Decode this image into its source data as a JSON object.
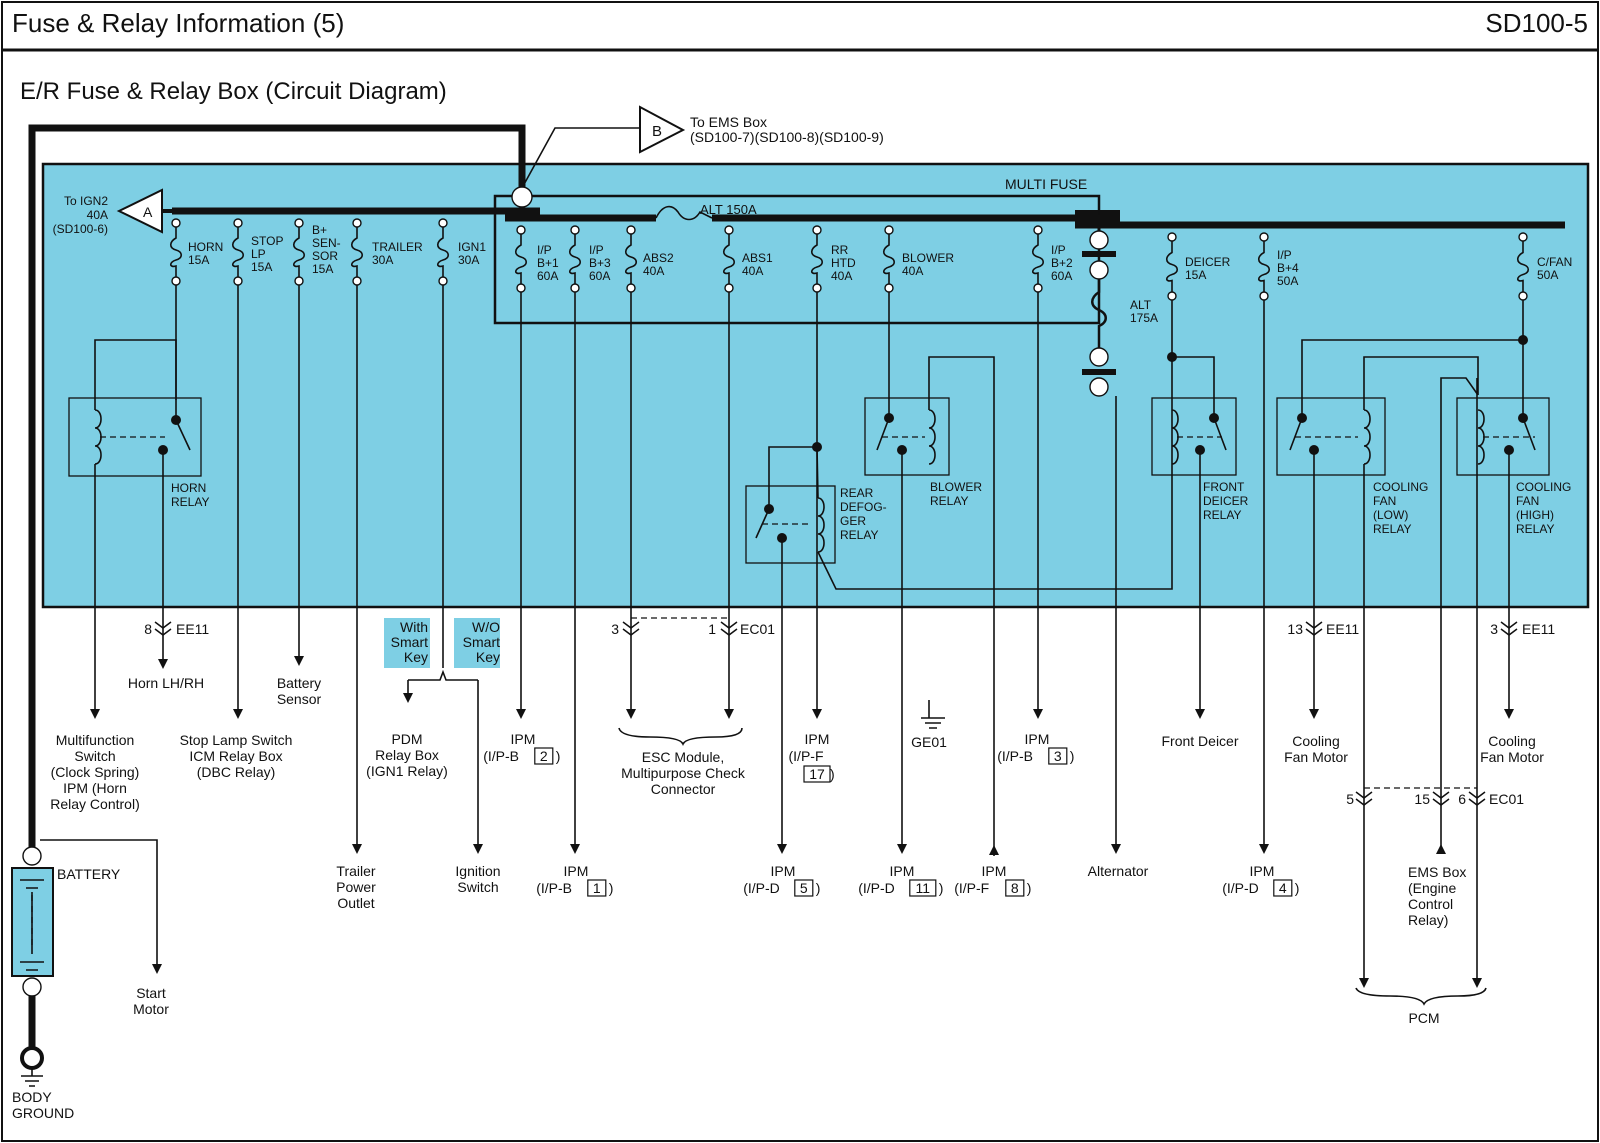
{
  "header": {
    "title": "Fuse & Relay Information (5)",
    "code": "SD100-5"
  },
  "section_title": "E/R Fuse & Relay Box (Circuit Diagram)",
  "colors": {
    "box_fill": "#7ecfe4",
    "wire": "#111111",
    "label_fill": "#7ecfe4"
  },
  "connectors": {
    "b": {
      "letter": "B",
      "line1": "To EMS Box",
      "line2": "(SD100-7)(SD100-8)(SD100-9)"
    },
    "a": {
      "letter": "A",
      "line1": "To IGN2",
      "line2": "40A",
      "line3": "(SD100-6)"
    }
  },
  "multi_fuse_label": "MULTI FUSE",
  "fuses": {
    "horn": [
      "HORN",
      "15A"
    ],
    "stop_lp": [
      "STOP",
      "LP",
      "15A"
    ],
    "b_sensor": [
      "B+",
      "SEN-",
      "SOR",
      "15A"
    ],
    "trailer": [
      "TRAILER",
      "30A"
    ],
    "ign1": [
      "IGN1",
      "30A"
    ],
    "ip_b1": [
      "I/P",
      "B+1",
      "60A"
    ],
    "ip_b3": [
      "I/P",
      "B+3",
      "60A"
    ],
    "abs2": [
      "ABS2",
      "40A"
    ],
    "alt150": "ALT 150A",
    "abs1": [
      "ABS1",
      "40A"
    ],
    "rr_htd": [
      "RR",
      "HTD",
      "40A"
    ],
    "blower": [
      "BLOWER",
      "40A"
    ],
    "ip_b2": [
      "I/P",
      "B+2",
      "60A"
    ],
    "alt175": [
      "ALT",
      "175A"
    ],
    "deicer": [
      "DEICER",
      "15A"
    ],
    "ip_b4": [
      "I/P",
      "B+4",
      "50A"
    ],
    "c_fan": [
      "C/FAN",
      "50A"
    ]
  },
  "relays": {
    "horn": [
      "HORN",
      "RELAY"
    ],
    "rear_defogger": [
      "REAR",
      "DEFOG-",
      "GER",
      "RELAY"
    ],
    "blower": [
      "BLOWER",
      "RELAY"
    ],
    "front_deicer": [
      "FRONT",
      "DEICER",
      "RELAY"
    ],
    "cooling_fan_low": [
      "COOLING",
      "FAN",
      "(LOW)",
      "RELAY"
    ],
    "cooling_fan_high": [
      "COOLING",
      "FAN",
      "(HIGH)",
      "RELAY"
    ]
  },
  "pins": {
    "ee11_8": {
      "pin": "8",
      "conn": "EE11"
    },
    "ec01_3": {
      "pin": "3"
    },
    "ec01_1": {
      "pin": "1",
      "conn": "EC01"
    },
    "ee11_13": {
      "pin": "13",
      "conn": "EE11"
    },
    "ee11_3": {
      "pin": "3",
      "conn": "EE11"
    },
    "ec01_5": {
      "pin": "5"
    },
    "ec01_15": {
      "pin": "15"
    },
    "ec01_6": {
      "pin": "6",
      "conn": "EC01"
    }
  },
  "smart_key": {
    "with": [
      "With",
      "Smart",
      "Key"
    ],
    "without": [
      "W/O",
      "Smart",
      "Key"
    ]
  },
  "destinations": {
    "horn_lh_rh": [
      "Horn LH/RH"
    ],
    "battery_sensor": [
      "Battery",
      "Sensor"
    ],
    "multifunction": [
      "Multifunction",
      "Switch",
      "(Clock Spring)",
      "IPM (Horn",
      "Relay Control)"
    ],
    "stop_lamp": [
      "Stop Lamp Switch",
      "ICM Relay Box",
      "(DBC Relay)"
    ],
    "pdm": [
      "PDM",
      "Relay Box",
      "(IGN1 Relay)"
    ],
    "ipm_ipb2": {
      "name": "IPM",
      "pre": "(I/P-B",
      "num": "2",
      "post": ")"
    },
    "esc": [
      "ESC Module,",
      "Multipurpose Check",
      "Connector"
    ],
    "ipm_ipf17": {
      "name": "IPM",
      "pre": "(I/P-F",
      "num": "17",
      "post": ")"
    },
    "ge01": [
      "GE01"
    ],
    "ipm_ipb3": {
      "name": "IPM",
      "pre": "(I/P-B",
      "num": "3",
      "post": ")"
    },
    "front_deicer": [
      "Front Deicer"
    ],
    "cooling_fan_motor_low": [
      "Cooling",
      "Fan Motor"
    ],
    "cooling_fan_motor_high": [
      "Cooling",
      "Fan Motor"
    ],
    "trailer_outlet": [
      "Trailer",
      "Power",
      "Outlet"
    ],
    "ignition_switch": [
      "Ignition",
      "Switch"
    ],
    "ipm_ipb1": {
      "name": "IPM",
      "pre": "(I/P-B",
      "num": "1",
      "post": ")"
    },
    "ipm_ipd5": {
      "name": "IPM",
      "pre": "(I/P-D",
      "num": "5",
      "post": ")"
    },
    "ipm_ipd11": {
      "name": "IPM",
      "pre": "(I/P-D",
      "num": "11",
      "post": ")"
    },
    "ipm_ipf8": {
      "name": "IPM",
      "pre": "(I/P-F",
      "num": "8",
      "post": ")"
    },
    "alternator": [
      "Alternator"
    ],
    "ipm_ipd4": {
      "name": "IPM",
      "pre": "(I/P-D",
      "num": "4",
      "post": ")"
    },
    "ems_box": [
      "EMS Box",
      "(Engine",
      "Control",
      "Relay)"
    ],
    "pcm": [
      "PCM"
    ],
    "start_motor": [
      "Start",
      "Motor"
    ],
    "battery": [
      "BATTERY"
    ],
    "body_ground": [
      "BODY",
      "GROUND"
    ]
  }
}
